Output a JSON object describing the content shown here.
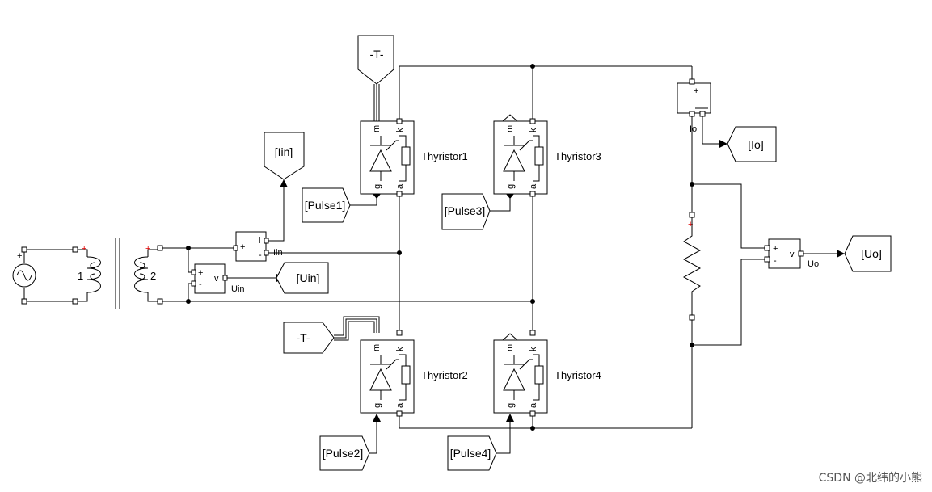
{
  "transformer": {
    "primary_label": "1",
    "secondary_label": "2"
  },
  "sensors": {
    "current_in": {
      "in_sign": "+",
      "out_sign": "-",
      "out_letter": "i",
      "label": "Iin"
    },
    "voltage_in": {
      "in_sign": "+",
      "out_sign": "-",
      "out_letter": "v",
      "label": "Uin"
    },
    "current_out": {
      "sign": "+",
      "label": "Io"
    },
    "voltage_out": {
      "in_sign": "+",
      "out_sign": "-",
      "out_letter": "v",
      "label": "Uo"
    }
  },
  "thyristors": [
    {
      "name": "Thyristor1",
      "pin_m": "m",
      "pin_k": "k",
      "pin_g": "g",
      "pin_a": "a"
    },
    {
      "name": "Thyristor3",
      "pin_m": "m",
      "pin_k": "k",
      "pin_g": "g",
      "pin_a": "a"
    },
    {
      "name": "Thyristor2",
      "pin_m": "m",
      "pin_k": "k",
      "pin_g": "g",
      "pin_a": "a"
    },
    {
      "name": "Thyristor4",
      "pin_m": "m",
      "pin_k": "k",
      "pin_g": "g",
      "pin_a": "a"
    }
  ],
  "goto_tags": {
    "iin": "[Iin]",
    "uin": "[Uin]",
    "io": "[Io]",
    "uo": "[Uo]",
    "t_top": "-T-",
    "t_bottom": "-T-"
  },
  "from_tags": {
    "pulse1": "[Pulse1]",
    "pulse3": "[Pulse3]",
    "pulse2": "[Pulse2]",
    "pulse4": "[Pulse4]"
  },
  "plus_marks": {
    "transformer_primary": "+",
    "transformer_secondary": "+",
    "resistor": "+"
  },
  "watermark": "CSDN @北纬的小熊",
  "colors": {
    "wire": "#000000",
    "polarity_mark": "#e00000",
    "background": "#ffffff"
  }
}
